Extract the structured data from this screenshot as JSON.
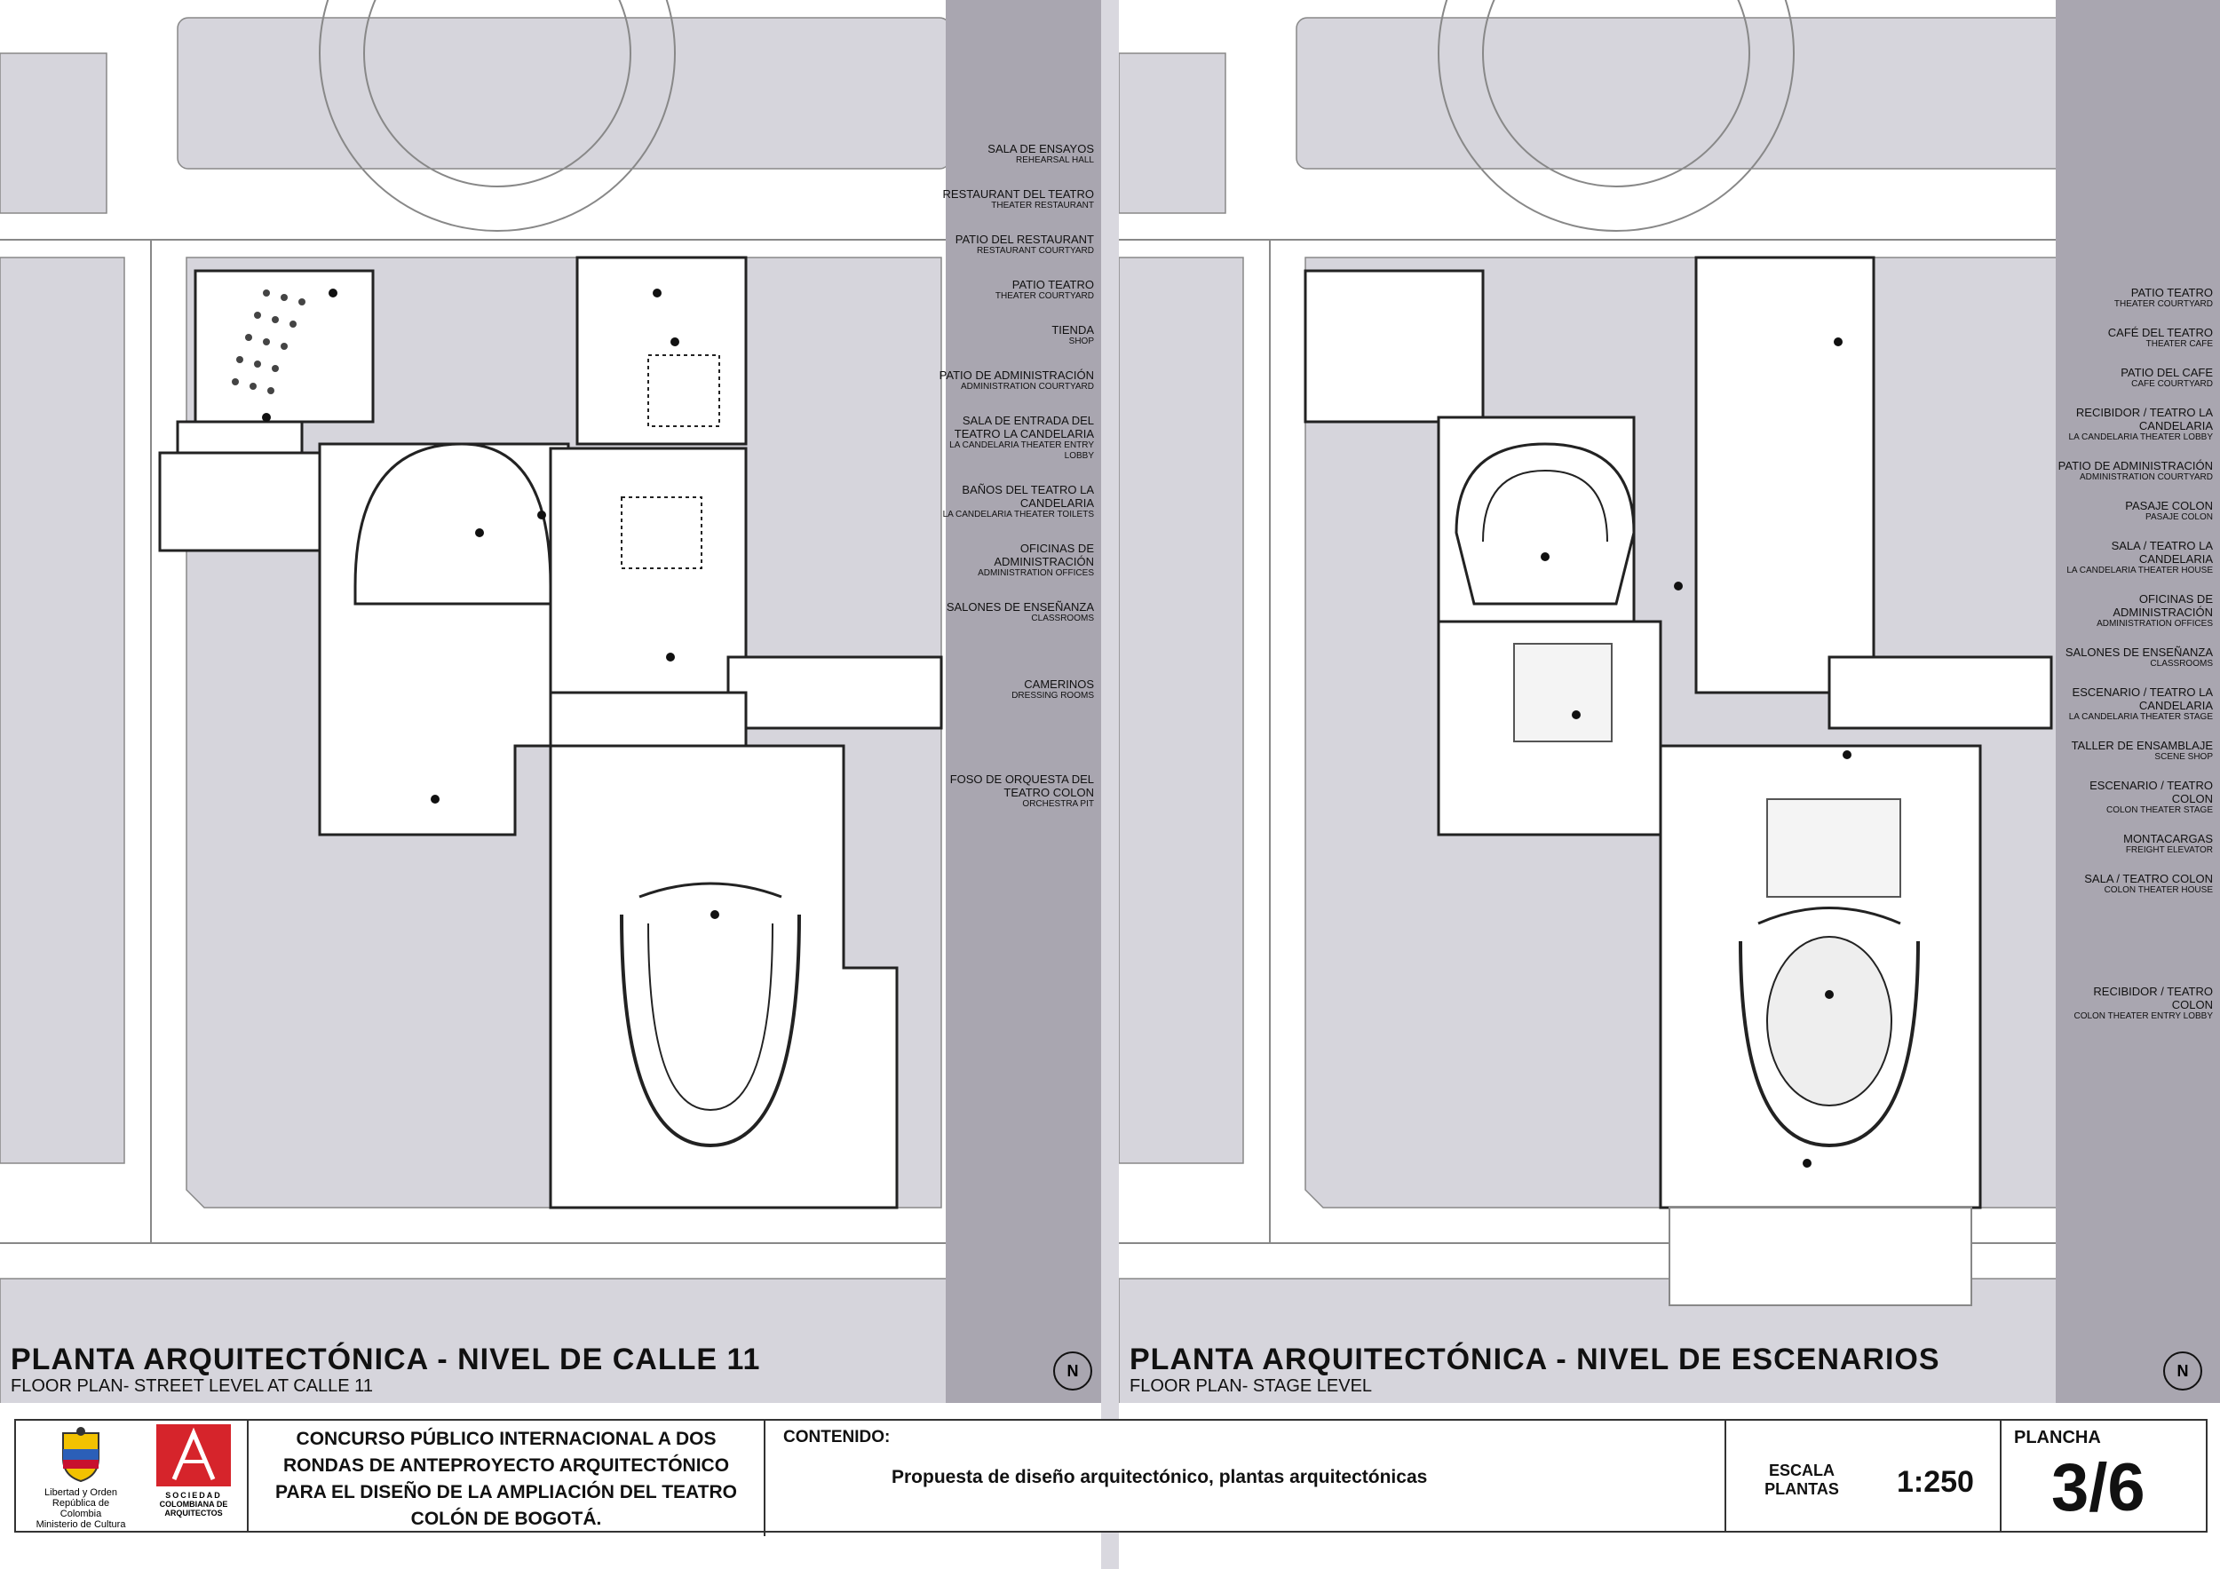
{
  "left_plan": {
    "title": "PLANTA ARQUITECTÓNICA - NIVEL DE CALLE 11",
    "subtitle": "FLOOR PLAN- STREET LEVEL AT CALLE 11",
    "legend": [
      {
        "es": "SALA DE ENSAYOS",
        "en": "REHEARSAL HALL"
      },
      {
        "es": "RESTAURANT DEL TEATRO",
        "en": "THEATER RESTAURANT"
      },
      {
        "es": "PATIO DEL RESTAURANT",
        "en": "RESTAURANT COURTYARD"
      },
      {
        "es": "PATIO TEATRO",
        "en": "THEATER COURTYARD"
      },
      {
        "es": "TIENDA",
        "en": "SHOP"
      },
      {
        "es": "PATIO DE ADMINISTRACIÓN",
        "en": "ADMINISTRATION COURTYARD"
      },
      {
        "es": "SALA DE ENTRADA DEL TEATRO LA CANDELARIA",
        "en": "LA CANDELARIA THEATER ENTRY LOBBY"
      },
      {
        "es": "BAÑOS DEL TEATRO LA CANDELARIA",
        "en": "LA CANDELARIA THEATER TOILETS"
      },
      {
        "es": "OFICINAS DE ADMINISTRACIÓN",
        "en": "ADMINISTRATION OFFICES"
      },
      {
        "es": "SALONES DE ENSEÑANZA",
        "en": "CLASSROOMS"
      },
      {
        "es": "CAMERINOS",
        "en": "DRESSING ROOMS"
      },
      {
        "es": "FOSO DE ORQUESTA DEL TEATRO COLON",
        "en": "ORCHESTRA PIT"
      }
    ]
  },
  "right_plan": {
    "title": "PLANTA ARQUITECTÓNICA - NIVEL DE ESCENARIOS",
    "subtitle": "FLOOR PLAN- STAGE LEVEL",
    "legend": [
      {
        "es": "PATIO TEATRO",
        "en": "THEATER COURTYARD"
      },
      {
        "es": "CAFÉ DEL TEATRO",
        "en": "THEATER CAFE"
      },
      {
        "es": "PATIO DEL CAFE",
        "en": "CAFE COURTYARD"
      },
      {
        "es": "RECIBIDOR / TEATRO LA CANDELARIA",
        "en": "LA CANDELARIA THEATER LOBBY"
      },
      {
        "es": "PATIO DE ADMINISTRACIÓN",
        "en": "ADMINISTRATION COURTYARD"
      },
      {
        "es": "PASAJE COLON",
        "en": "PASAJE COLON"
      },
      {
        "es": "SALA / TEATRO LA CANDELARIA",
        "en": "LA CANDELARIA THEATER HOUSE"
      },
      {
        "es": "OFICINAS DE ADMINISTRACIÓN",
        "en": "ADMINISTRATION OFFICES"
      },
      {
        "es": "SALONES DE ENSEÑANZA",
        "en": "CLASSROOMS"
      },
      {
        "es": "ESCENARIO / TEATRO LA CANDELARIA",
        "en": "LA CANDELARIA THEATER STAGE"
      },
      {
        "es": "TALLER DE ENSAMBLAJE",
        "en": "SCENE SHOP"
      },
      {
        "es": "ESCENARIO / TEATRO COLON",
        "en": "COLON THEATER STAGE"
      },
      {
        "es": "MONTACARGAS",
        "en": "FREIGHT ELEVATOR"
      },
      {
        "es": "SALA / TEATRO COLON",
        "en": "COLON THEATER HOUSE"
      },
      {
        "es": "RECIBIDOR / TEATRO COLON",
        "en": "COLON THEATER ENTRY LOBBY"
      }
    ]
  },
  "north_label": "N",
  "title_block": {
    "logo1_line1": "Libertad y Orden",
    "logo1_line2": "República de Colombia",
    "logo1_line3": "Ministerio de Cultura",
    "logo2_line1": "SOCIEDAD",
    "logo2_line2": "COLOMBIANA DE",
    "logo2_line3": "ARQUITECTOS",
    "contest_line1": "CONCURSO PÚBLICO INTERNACIONAL  A DOS",
    "contest_line2": "RONDAS DE ANTEPROYECTO ARQUITECTÓNICO",
    "contest_line3": "PARA EL DISEÑO DE LA AMPLIACIÓN DEL TEATRO",
    "contest_line4": "COLÓN DE BOGOTÁ.",
    "contenido_label": "CONTENIDO:",
    "contenido_text": "Propuesta de diseño arquitectónico, plantas arquitectónicas",
    "escala_label1": "ESCALA",
    "escala_label2": "PLANTAS",
    "escala_value": "1:250",
    "plancha_label": "PLANCHA",
    "plancha_value": "3/6"
  },
  "colors": {
    "block_fill": "#d6d5dc",
    "band_fill": "#a9a6b0",
    "ink": "#111111"
  }
}
